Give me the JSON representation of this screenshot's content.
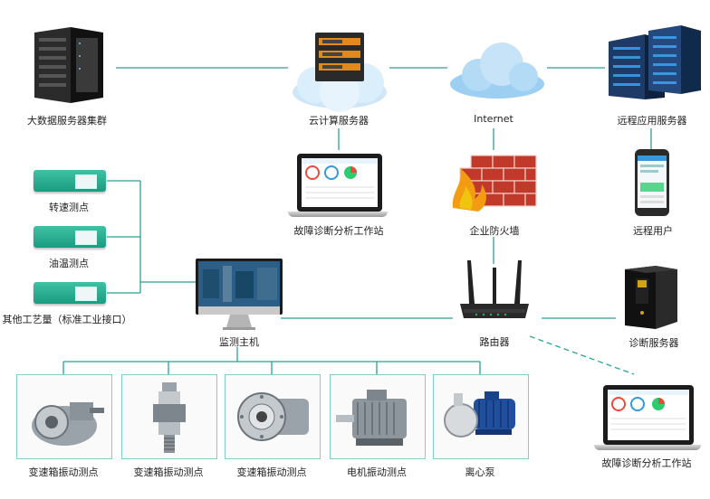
{
  "nodes": {
    "bigdata": "大数据服务器集群",
    "cloud": "云计算服务器",
    "internet": "Internet",
    "remote_server": "远程应用服务器",
    "workstation_top": "故障诊断分析工作站",
    "firewall": "企业防火墙",
    "remote_user": "远程用户",
    "speed": "转速测点",
    "oil": "油温测点",
    "other": "其他工艺量（标准工业接口）",
    "monitor_host": "监测主机",
    "router": "路由器",
    "diag_server": "诊断服务器",
    "workstation_bottom": "故障诊断分析工作站"
  },
  "bottom_items": [
    {
      "label": "变速箱振动测点"
    },
    {
      "label": "变速箱振动测点"
    },
    {
      "label": "变速箱振动测点"
    },
    {
      "label": "电机振动测点"
    },
    {
      "label": "离心泵"
    }
  ],
  "colors": {
    "line": "#2aa197",
    "sensor": "#1fa88a",
    "photo_border": "#7fcfc2"
  }
}
